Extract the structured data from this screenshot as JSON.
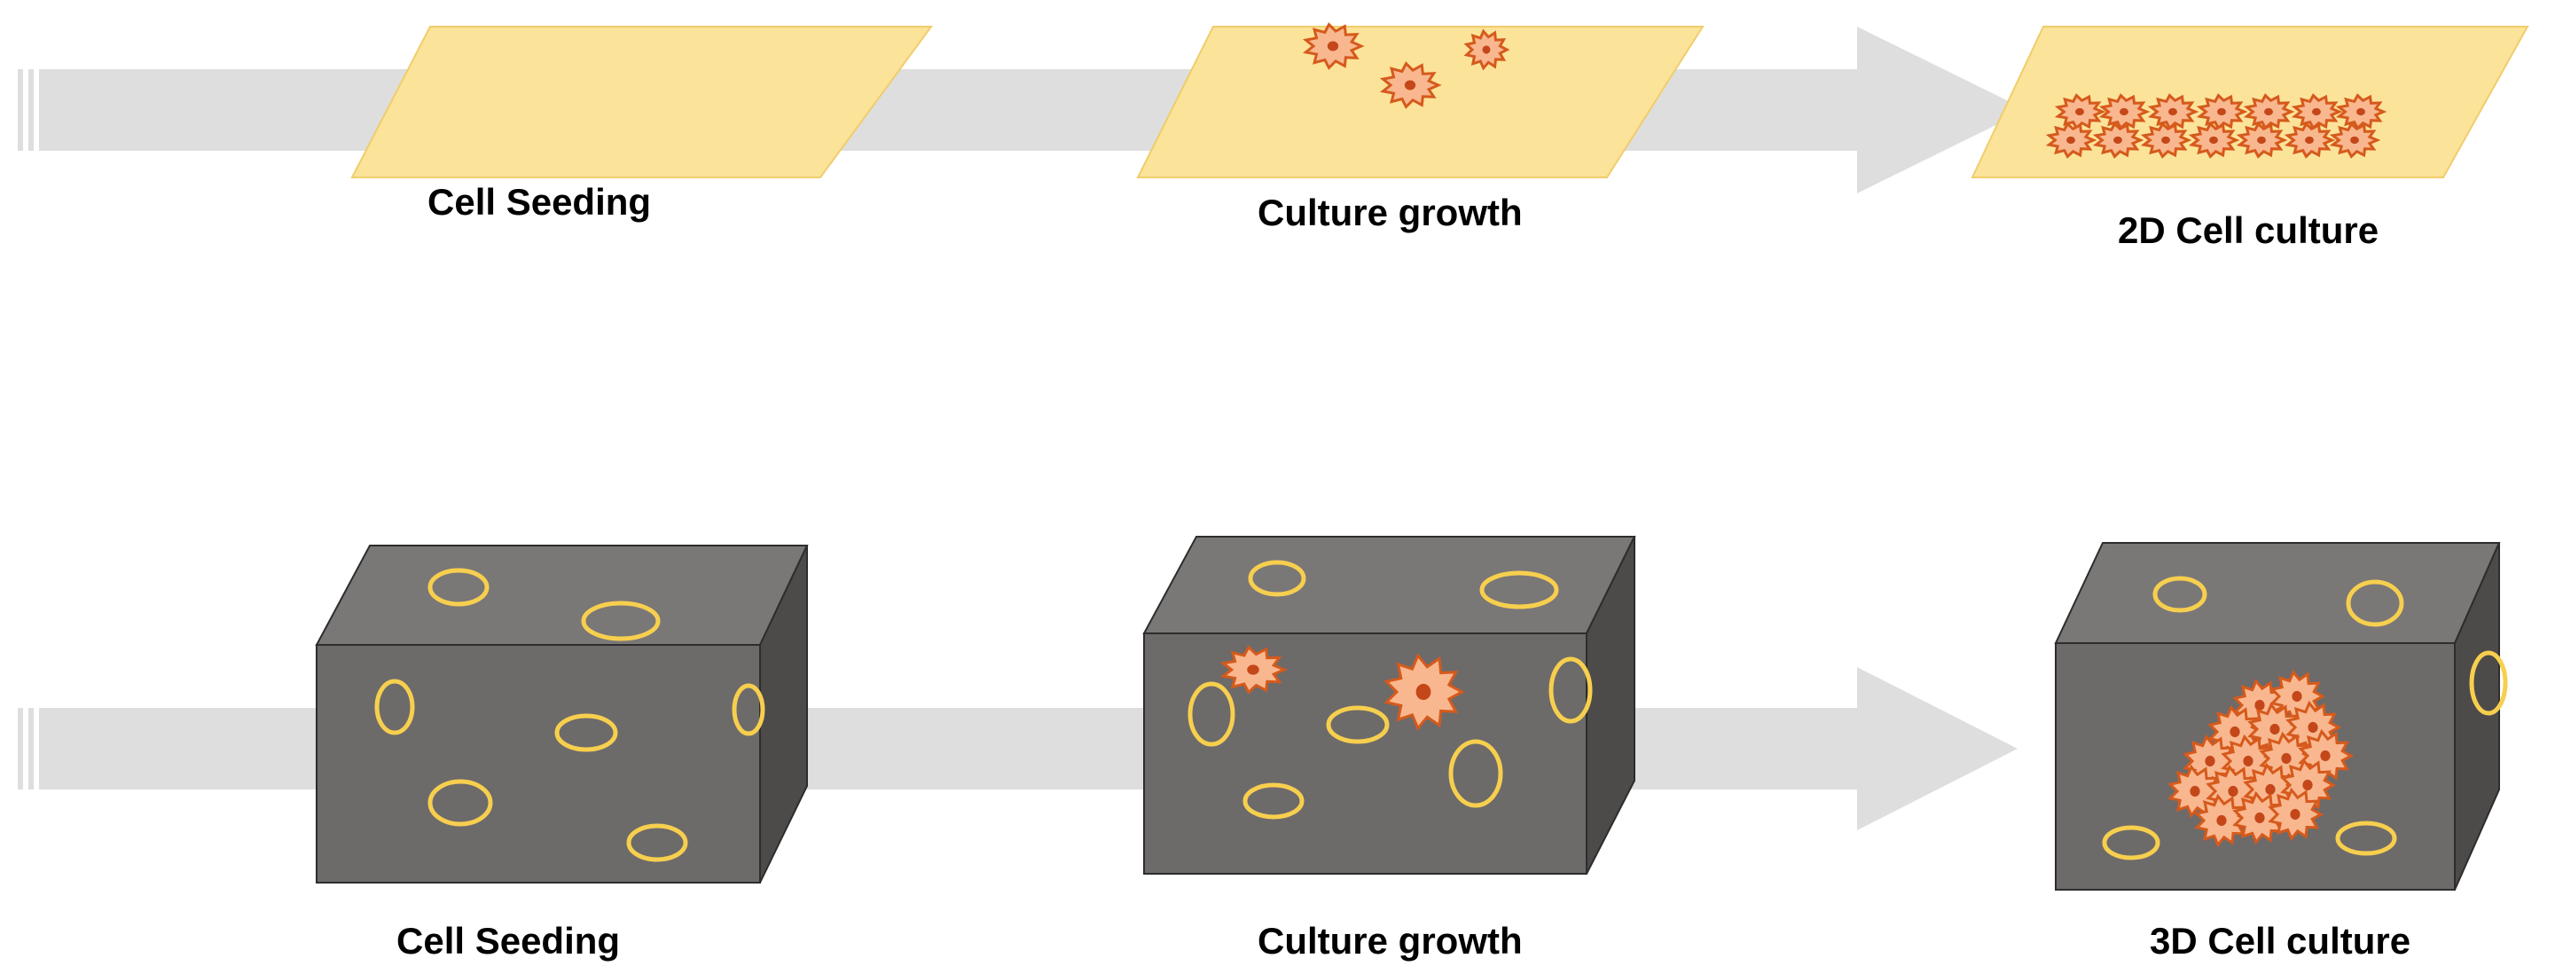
{
  "diagram": {
    "rows": [
      {
        "id": "2d",
        "steps": [
          {
            "label": "Cell Seeding"
          },
          {
            "label": "Culture growth"
          },
          {
            "label": "2D Cell culture"
          }
        ]
      },
      {
        "id": "3d",
        "steps": [
          {
            "label": "Cell Seeding"
          },
          {
            "label": "Culture growth"
          },
          {
            "label": "3D Cell culture"
          }
        ]
      }
    ]
  },
  "colors": {
    "arrow": "#dedede",
    "plate_fill": "#fce39a",
    "plate_stroke": "#f0cd6c",
    "cube_front": "#6d6a6a",
    "cube_top": "#7a7777",
    "cube_side": "#4d4a4a",
    "cube_edge": "#2e2c2c",
    "pore": "#f7cf4e",
    "cell_fill": "#f9b78f",
    "cell_stroke": "#d55a1c",
    "nucleus": "#c4471a"
  }
}
